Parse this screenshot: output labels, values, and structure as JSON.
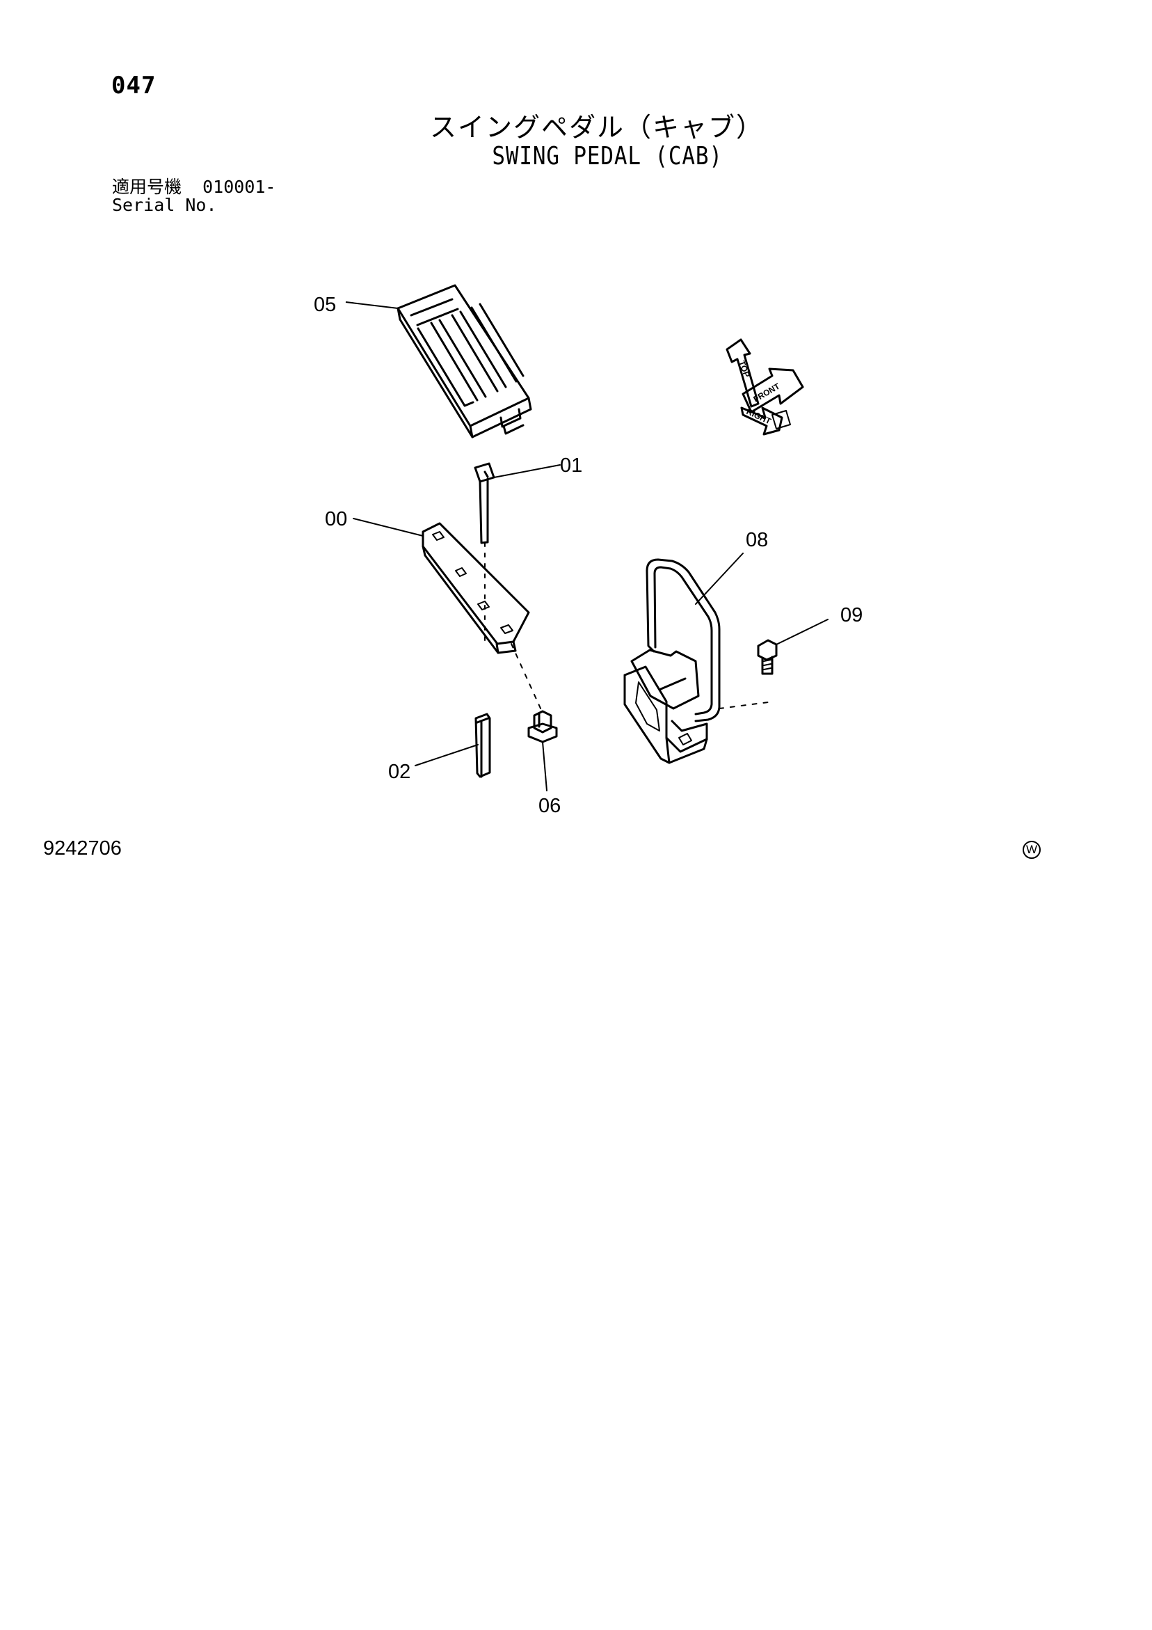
{
  "header": {
    "page_number": "047",
    "title_jp": "スイングペダル（キャブ）",
    "title_en": "SWING PEDAL (CAB)",
    "serial_label_jp": "適用号機",
    "serial_label_en": "Serial No.",
    "serial_value": "010001-"
  },
  "callouts": {
    "c00": "00",
    "c01": "01",
    "c02": "02",
    "c05": "05",
    "c06": "06",
    "c08": "08",
    "c09": "09"
  },
  "orientation_arrows": {
    "top": "TOP",
    "front": "FRONT",
    "right": "RIGHT"
  },
  "footer": {
    "drawing_number": "9242706",
    "mark": "W"
  }
}
